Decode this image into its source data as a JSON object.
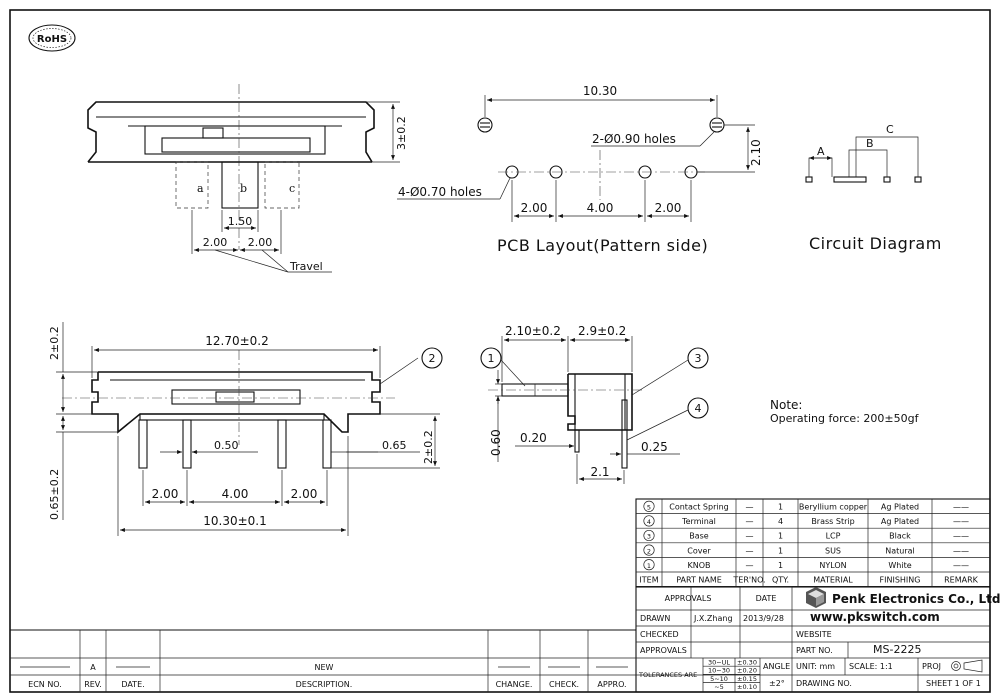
{
  "logo": {
    "rohs": "RoHS"
  },
  "side_view": {
    "height_dim": "3±0.2",
    "pos_a": "a",
    "pos_b": "b",
    "pos_c": "c",
    "knob_width": "1.50",
    "travel_left": "2.00",
    "travel_right": "2.00",
    "travel_label": "Travel"
  },
  "pcb_layout": {
    "title": "PCB Layout(Pattern side)",
    "overall": "10.30",
    "big_holes": "2-Ø0.90  holes",
    "small_holes": "4-Ø0.70  holes",
    "height": "2.10",
    "pitch_left": "2.00",
    "pitch_mid": "4.00",
    "pitch_right": "2.00"
  },
  "circuit": {
    "title": "Circuit  Diagram",
    "label_a": "A",
    "label_b": "B",
    "label_c": "C"
  },
  "front_view": {
    "top_height": "2±0.2",
    "width": "12.70±0.2",
    "callout": "2",
    "pin_width": "0.50",
    "pin_side": "0.65",
    "pin_height": "2±0.2",
    "left_height": "0.65±0.2",
    "pitch_left": "2.00",
    "pitch_mid": "4.00",
    "pitch_right": "2.00",
    "span": "10.30±0.1"
  },
  "end_view": {
    "knob_len": "2.10±0.2",
    "body_depth": "2.9±0.2",
    "callout_1": "1",
    "callout_3": "3",
    "callout_4": "4",
    "knob_height": "0.60",
    "pin_thick": "0.20",
    "pin_width": "0.25",
    "pin_span": "2.1"
  },
  "note": {
    "title": "Note:",
    "text": "Operating force: 200±50gf"
  },
  "bom": {
    "rows": [
      {
        "item": "5",
        "name": "Contact Spring",
        "no": "—",
        "qty": "1",
        "material": "Beryllium copper",
        "finish": "Ag Plated",
        "remark": "——"
      },
      {
        "item": "4",
        "name": "Terminal",
        "no": "—",
        "qty": "4",
        "material": "Brass Strip",
        "finish": "Ag Plated",
        "remark": "——"
      },
      {
        "item": "3",
        "name": "Base",
        "no": "—",
        "qty": "1",
        "material": "LCP",
        "finish": "Black",
        "remark": "——"
      },
      {
        "item": "2",
        "name": "Cover",
        "no": "—",
        "qty": "1",
        "material": "SUS",
        "finish": "Natural",
        "remark": "——"
      },
      {
        "item": "1",
        "name": "KNOB",
        "no": "—",
        "qty": "1",
        "material": "NYLON",
        "finish": "White",
        "remark": "——"
      }
    ],
    "headers": {
      "item": "ITEM",
      "name": "PART NAME",
      "no": "TER'NO.",
      "qty": "QTY.",
      "material": "MATERIAL",
      "finish": "FINISHING",
      "remark": "REMARK"
    }
  },
  "title_block": {
    "approvals": "APPROVALS",
    "date": "DATE",
    "drawn": "DRAWN",
    "drawn_by": "J.X.Zhang",
    "drawn_date": "2013/9/28",
    "checked": "CHECKED",
    "approvals2": "APPROVALS",
    "company": "Penk Electronics Co., Ltd",
    "website": "www.pkswitch.com",
    "website_label": "WEBSITE",
    "part_no_label": "PART NO.",
    "part_no": "MS-2225",
    "tolerances": "TOLERANCES ARE",
    "tol_rows": [
      "30~UL",
      "10~30",
      "5~10",
      "~5"
    ],
    "tol_vals": [
      "±0.30",
      "±0.20",
      "±0.15",
      "±0.10"
    ],
    "angle": "ANGLE",
    "angle_val": "±2°",
    "unit": "UNIT: mm",
    "scale": "SCALE:  1:1",
    "proj": "PROJ",
    "drawing_no": "DRAWING NO.",
    "sheet": "SHEET  1  OF  1"
  },
  "revision_block": {
    "rev": "A",
    "new": "NEW",
    "ecn_no": "ECN NO.",
    "rev_label": "REV.",
    "date_label": "DATE.",
    "description": "DESCRIPTION.",
    "change": "CHANGE.",
    "check": "CHECK.",
    "approve": "APPRO."
  }
}
